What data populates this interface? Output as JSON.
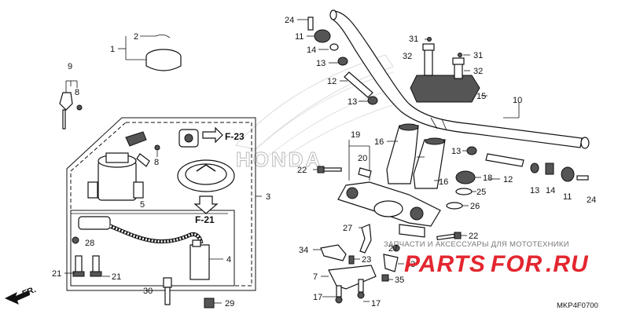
{
  "diagram": {
    "code": "MKP4F0700",
    "direction_label": "FR.",
    "brand_wordmark": "HONDA",
    "refs": {
      "upper": "F-23",
      "lower": "F-21"
    },
    "watermark": {
      "subtitle": "ЗАПЧАСТИ И АКСЕССУАРЫ ДЛЯ МОТОТЕХНИКИ",
      "logo_a": "PARTS",
      "logo_b": "FOR",
      "logo_c": ".RU"
    },
    "callouts": [
      {
        "id": "c24a",
        "text": "24"
      },
      {
        "id": "c11a",
        "text": "11"
      },
      {
        "id": "c14a",
        "text": "14"
      },
      {
        "id": "c13a",
        "text": "13"
      },
      {
        "id": "c12a",
        "text": "12"
      },
      {
        "id": "c13b",
        "text": "13"
      },
      {
        "id": "c2",
        "text": "2"
      },
      {
        "id": "c1",
        "text": "1"
      },
      {
        "id": "c9",
        "text": "9"
      },
      {
        "id": "c8a",
        "text": "8"
      },
      {
        "id": "c8b",
        "text": "8"
      },
      {
        "id": "c3",
        "text": "3"
      },
      {
        "id": "c5",
        "text": "5"
      },
      {
        "id": "c28",
        "text": "28"
      },
      {
        "id": "c4",
        "text": "4"
      },
      {
        "id": "c21a",
        "text": "21"
      },
      {
        "id": "c21b",
        "text": "21"
      },
      {
        "id": "c30",
        "text": "30"
      },
      {
        "id": "c29",
        "text": "29"
      },
      {
        "id": "c31a",
        "text": "31"
      },
      {
        "id": "c32a",
        "text": "32"
      },
      {
        "id": "c31b",
        "text": "31"
      },
      {
        "id": "c32b",
        "text": "32"
      },
      {
        "id": "c15",
        "text": "15"
      },
      {
        "id": "c10",
        "text": "10"
      },
      {
        "id": "c19",
        "text": "19"
      },
      {
        "id": "c16a",
        "text": "16"
      },
      {
        "id": "c20",
        "text": "20"
      },
      {
        "id": "c22a",
        "text": "22"
      },
      {
        "id": "c16b",
        "text": "16"
      },
      {
        "id": "c18",
        "text": "18"
      },
      {
        "id": "c13c",
        "text": "13"
      },
      {
        "id": "c12b",
        "text": "12"
      },
      {
        "id": "c13d",
        "text": "13"
      },
      {
        "id": "c14b",
        "text": "14"
      },
      {
        "id": "c11b",
        "text": "11"
      },
      {
        "id": "c24b",
        "text": "24"
      },
      {
        "id": "c25",
        "text": "25"
      },
      {
        "id": "c26",
        "text": "26"
      },
      {
        "id": "c27a",
        "text": "27"
      },
      {
        "id": "c22b",
        "text": "22"
      },
      {
        "id": "c34",
        "text": "34"
      },
      {
        "id": "c23",
        "text": "23"
      },
      {
        "id": "c27b",
        "text": "27"
      },
      {
        "id": "c33",
        "text": "33"
      },
      {
        "id": "c7",
        "text": "7"
      },
      {
        "id": "c35",
        "text": "35"
      },
      {
        "id": "c17a",
        "text": "17"
      },
      {
        "id": "c17b",
        "text": "17"
      }
    ]
  }
}
